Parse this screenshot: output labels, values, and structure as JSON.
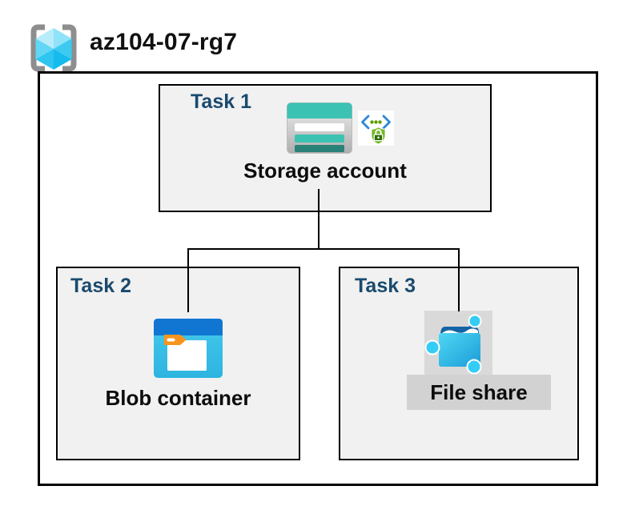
{
  "header": {
    "resource_group_name": "az104-07-rg7",
    "icon": "resource-group-icon"
  },
  "resource_group": {
    "tasks": [
      {
        "label": "Task 1",
        "resource": "Storage account",
        "icons": [
          "storage-account-icon",
          "secure-access-sas-icon"
        ]
      },
      {
        "label": "Task 2",
        "resource": "Blob container",
        "icons": [
          "blob-container-icon"
        ]
      },
      {
        "label": "Task 3",
        "resource": "File share",
        "icons": [
          "file-share-icon"
        ]
      }
    ],
    "connections": [
      "Storage account -> Blob container",
      "Storage account -> File share"
    ]
  },
  "colors": {
    "task_label": "#1a4a6e",
    "task_box_fill": "#f1f1f1",
    "border": "#000000",
    "storage_teal": "#3cc2b2",
    "storage_teal_dark": "#2a8177",
    "blob_header_blue": "#1176d2",
    "blob_body_cyan": "#3cc3e9",
    "blob_tab_orange": "#f7941e",
    "fileshare_dark_blue": "#1464a5",
    "fileshare_node_cyan": "#35cdf5",
    "sas_bracket_blue": "#2b87d8",
    "sas_dot_green": "#5d9e00",
    "sas_shield_green": "#76b82a",
    "rg_bracket_gray": "#8e8e8e",
    "fileshare_label_bg": "#d2d2d2",
    "fileshare_icon_bg": "#d9d9d9"
  }
}
